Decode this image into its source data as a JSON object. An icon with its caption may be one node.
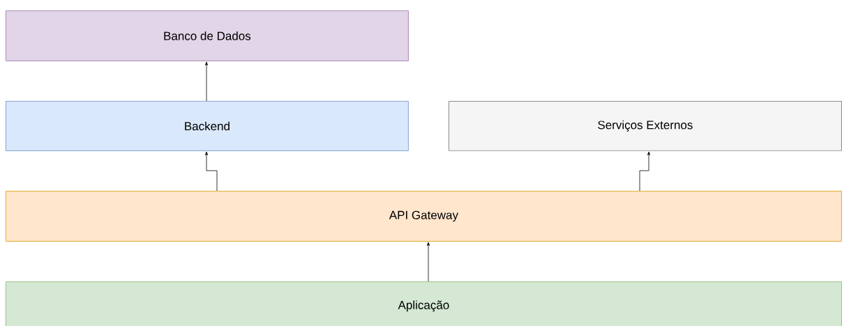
{
  "diagram": {
    "nodes": [
      {
        "text": [
          "Banco de Dados"
        ]
      },
      {
        "text": [
          "Backend"
        ]
      },
      {
        "text": [
          "Serviços Externos"
        ]
      },
      {
        "text": [
          "API Gateway"
        ]
      },
      {
        "text": [
          "Aplicação"
        ]
      }
    ],
    "edges": [
      {
        "from": 1,
        "to": 0,
        "arrow": "to"
      },
      {
        "from": 3,
        "to": 1,
        "arrow": "to"
      },
      {
        "from": 3,
        "to": 2,
        "arrow": "to"
      },
      {
        "from": 4,
        "to": 3,
        "arrow": "to"
      }
    ]
  }
}
